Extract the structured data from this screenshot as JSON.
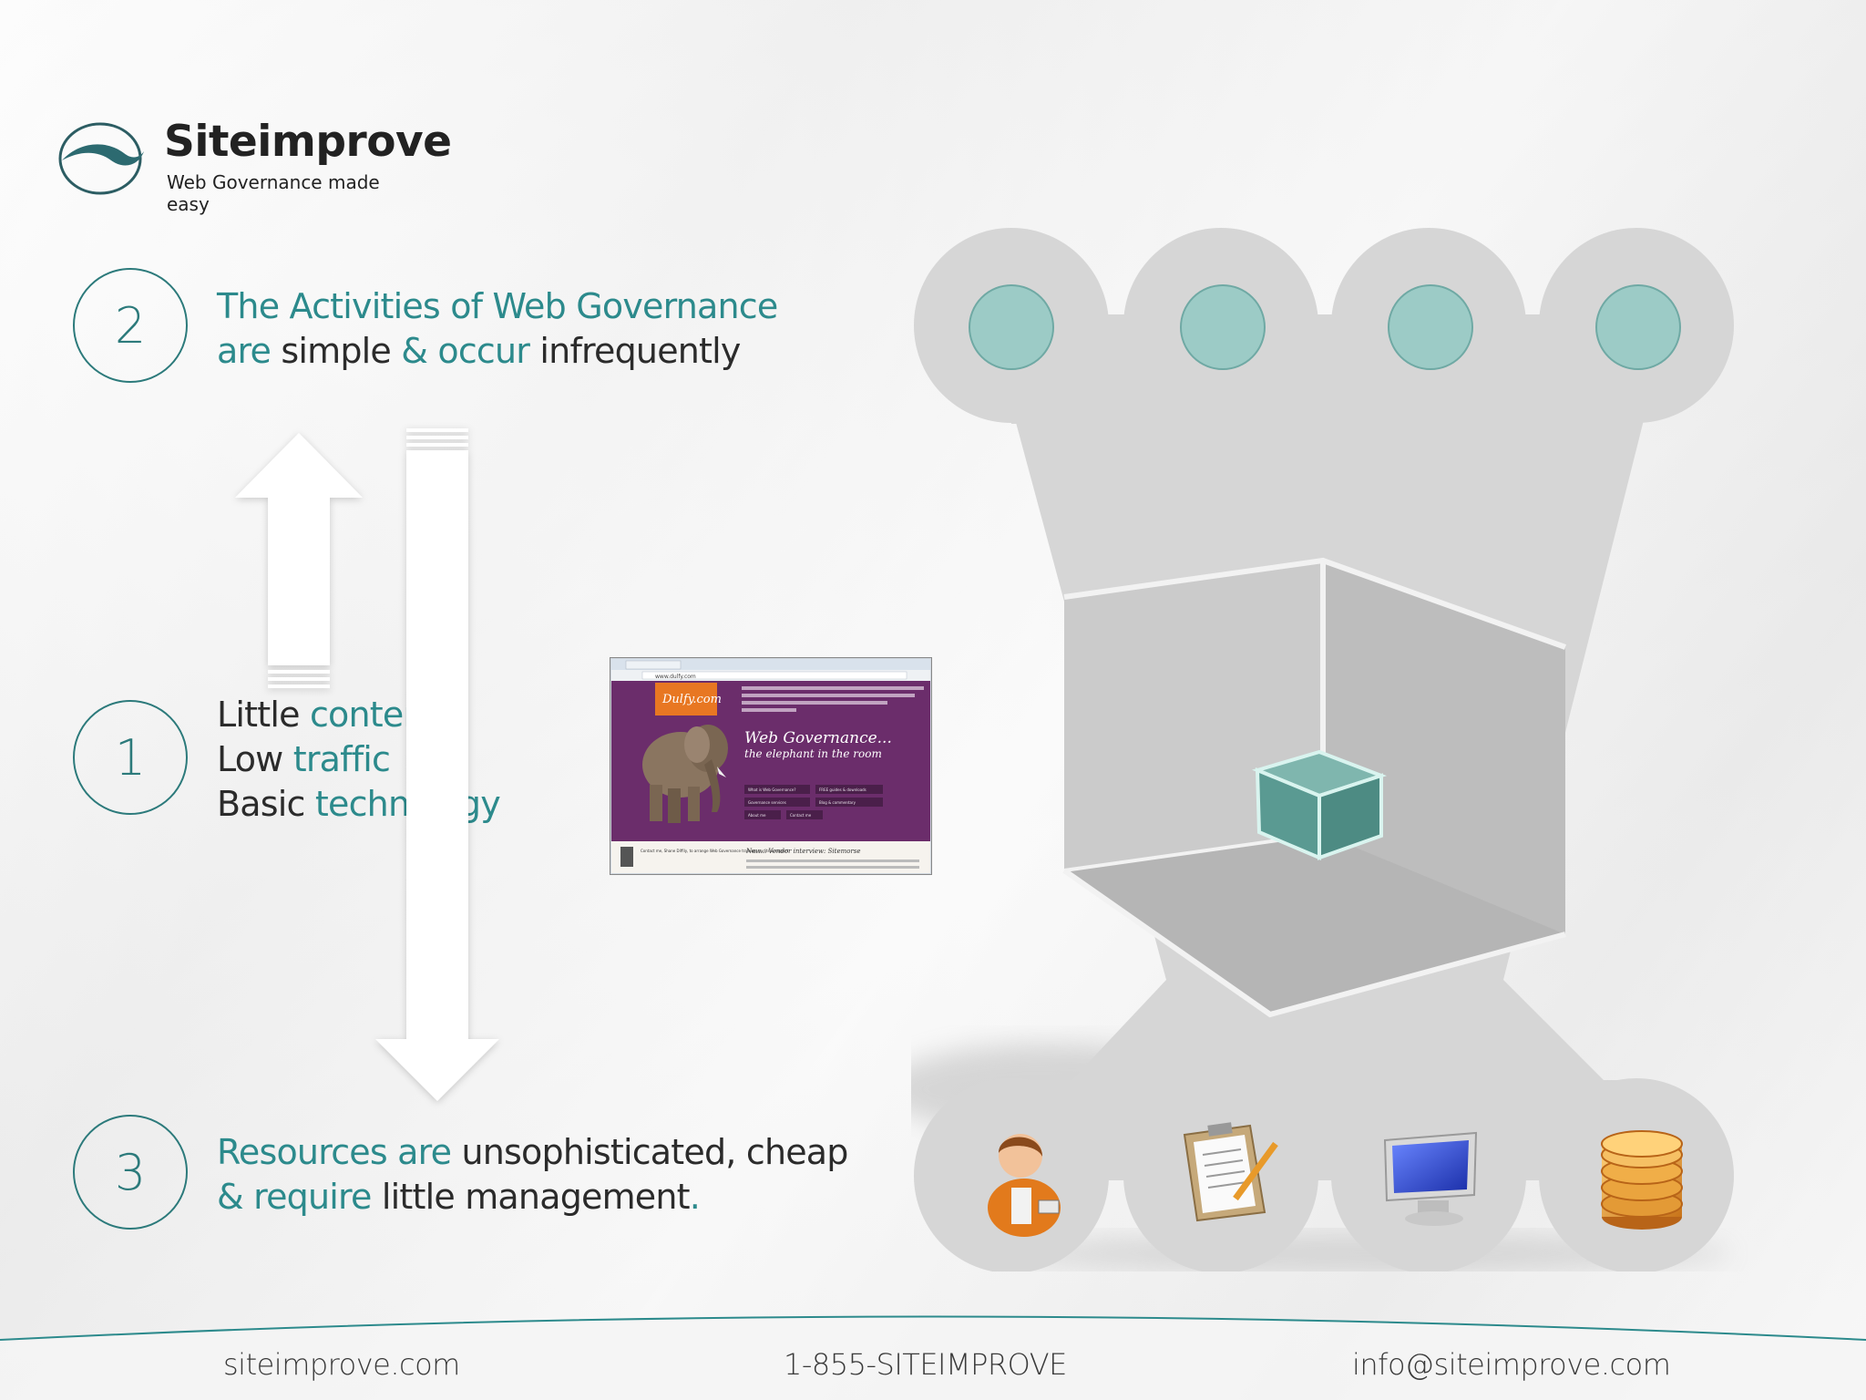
{
  "brand": {
    "name": "Siteimprove",
    "tagline": "Web Governance made easy"
  },
  "points": [
    {
      "number": "2",
      "line1": [
        {
          "text": "The Activities of Web Governance",
          "tone": "teal"
        }
      ],
      "line2": [
        {
          "text": "are ",
          "tone": "teal"
        },
        {
          "text": "simple ",
          "tone": "dark"
        },
        {
          "text": "& occur ",
          "tone": "teal"
        },
        {
          "text": "infrequently",
          "tone": "dark"
        }
      ]
    },
    {
      "number": "1",
      "lines": [
        [
          {
            "text": "Little ",
            "tone": "dark"
          },
          {
            "text": "content",
            "tone": "teal"
          }
        ],
        [
          {
            "text": "Low ",
            "tone": "dark"
          },
          {
            "text": "traffic",
            "tone": "teal"
          }
        ],
        [
          {
            "text": "Basic ",
            "tone": "dark"
          },
          {
            "text": "technology",
            "tone": "teal"
          }
        ]
      ]
    },
    {
      "number": "3",
      "line1": [
        {
          "text": "Resources are ",
          "tone": "teal"
        },
        {
          "text": "unsophisticated, cheap",
          "tone": "dark"
        }
      ],
      "line2": [
        {
          "text": "& require ",
          "tone": "teal"
        },
        {
          "text": "little management",
          "tone": "dark"
        },
        {
          "text": ".",
          "tone": "teal"
        }
      ]
    }
  ],
  "screenshot": {
    "url": "www.dulfy.com",
    "logo": "Dulfy.com",
    "headline": "Web Governance...",
    "subheadline": "the elephant in the room",
    "menu": [
      "What is Web Governance?",
      "FREE guides & downloads",
      "Governance services",
      "Blog & commentary",
      "About me",
      "Contact me"
    ],
    "footer_left": "Contact me, Shane Diffily, to arrange Web Governance training, audits & support",
    "footer_right": "New... Vendor interview: Sitemorse"
  },
  "tower": {
    "resource_icons": [
      "person-icon",
      "clipboard-icon",
      "monitor-icon",
      "coins-icon"
    ]
  },
  "footer": {
    "website": "siteimprove.com",
    "phone": "1-855-SITEIMPROVE",
    "email": "info@siteimprove.com"
  },
  "colors": {
    "teal": "#2c8a8c",
    "dark_text": "#2b2b2b",
    "tower_gray": "#d6d6d6",
    "circle_fill": "#9ccbc6",
    "cube": "#5a9a92"
  }
}
